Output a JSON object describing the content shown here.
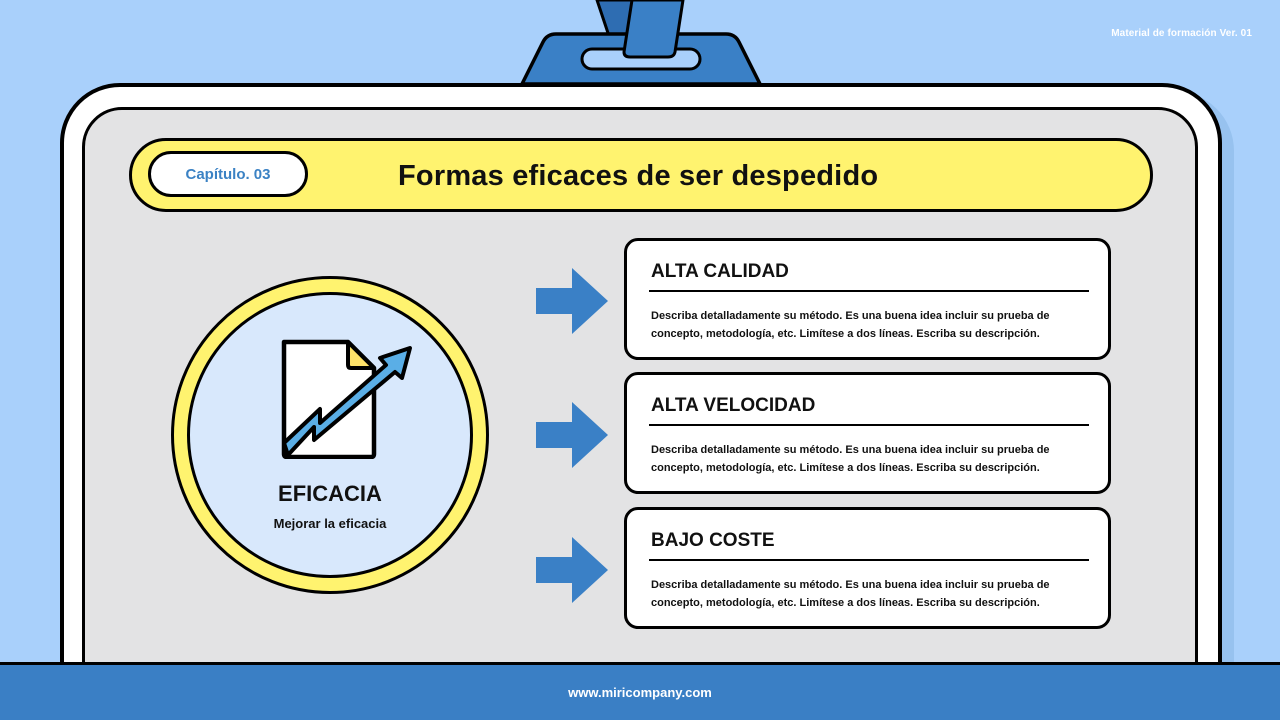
{
  "header": {
    "version_label": "Material de formación Ver. 01",
    "chapter_label": "Capítulo. 03",
    "title": "Formas eficaces de ser despedido"
  },
  "feature": {
    "icon": "document-growth-arrow-icon",
    "title": "EFICACIA",
    "subtitle": "Mejorar la eficacia"
  },
  "cards": [
    {
      "title": "ALTA CALIDAD",
      "description": "Describa detalladamente su método. Es una buena idea incluir su prueba de concepto, metodología, etc. Limítese a dos líneas. Escriba su descripción."
    },
    {
      "title": "ALTA VELOCIDAD",
      "description": "Describa detalladamente su método. Es una buena idea incluir su prueba de concepto, metodología, etc. Limítese a dos líneas. Escriba su descripción."
    },
    {
      "title": "BAJO COSTE",
      "description": "Describa detalladamente su método. Es una buena idea incluir su prueba de concepto, metodología, etc. Limítese a dos líneas. Escriba su descripción."
    }
  ],
  "footer": {
    "url": "www.miricompany.com"
  },
  "colors": {
    "background": "#a9d0fb",
    "accent_blue": "#3a7fc5",
    "accent_yellow": "#fff36f",
    "panel_gray": "#e3e3e4",
    "circle_fill": "#d8e8fc",
    "arrow_blue": "#3a80c6",
    "chapter_text": "#3b82c4"
  }
}
